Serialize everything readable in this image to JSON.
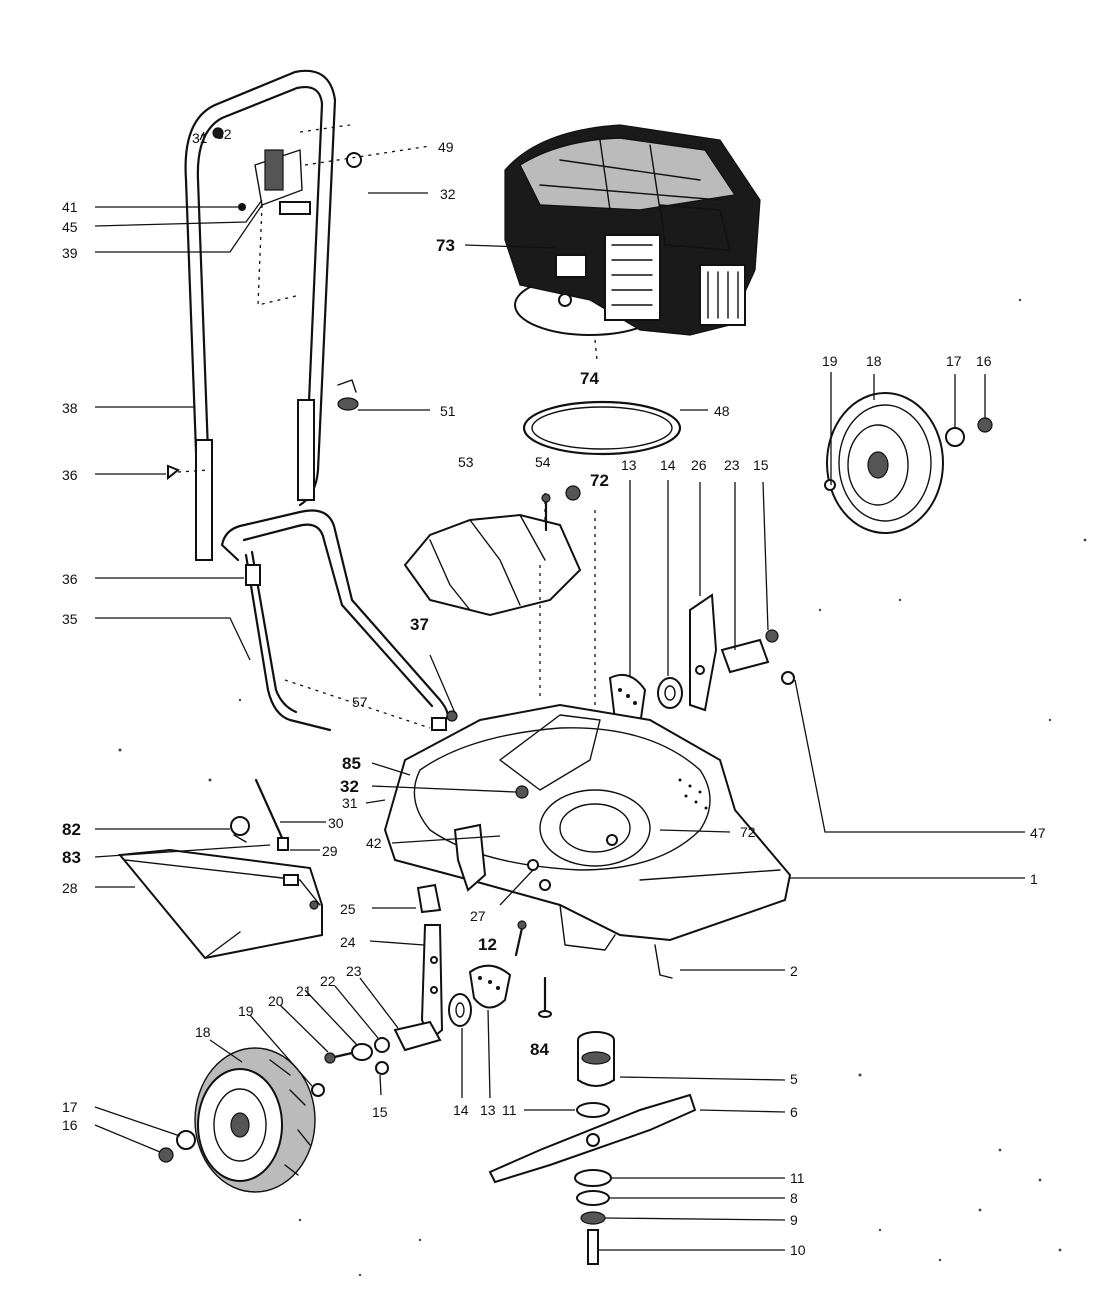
{
  "diagram": {
    "callouts": {
      "c31a": "31",
      "c32a": "32",
      "c49": "49",
      "c32b": "32",
      "c41": "41",
      "c45": "45",
      "c39": "39",
      "c73": "73",
      "c74": "74",
      "c38": "38",
      "c51": "51",
      "c48": "48",
      "c19a": "19",
      "c18a": "18",
      "c17a": "17",
      "c16a": "16",
      "c36a": "36",
      "c53": "53",
      "c54": "54",
      "c72a": "72",
      "c13a": "13",
      "c14a": "14",
      "c26": "26",
      "c23a": "23",
      "c15a": "15",
      "c36b": "36",
      "c35": "35",
      "c37": "37",
      "c57": "57",
      "c85": "85",
      "c32c": "32",
      "c31b": "31",
      "c72b": "72",
      "c47": "47",
      "c82": "82",
      "c30": "30",
      "c42": "42",
      "c83": "83",
      "c29": "29",
      "c28": "28",
      "c25": "25",
      "c27": "27",
      "c1": "1",
      "c12": "12",
      "c24": "24",
      "c2": "2",
      "c23b": "23",
      "c22": "22",
      "c21": "21",
      "c20": "20",
      "c19b": "19",
      "c18b": "18",
      "c84": "84",
      "c5": "5",
      "c17b": "17",
      "c16b": "16",
      "c15b": "15",
      "c14b": "14",
      "c13b": "13",
      "c11a": "11",
      "c6": "6",
      "c11b": "11",
      "c8": "8",
      "c9": "9",
      "c10": "10"
    }
  }
}
